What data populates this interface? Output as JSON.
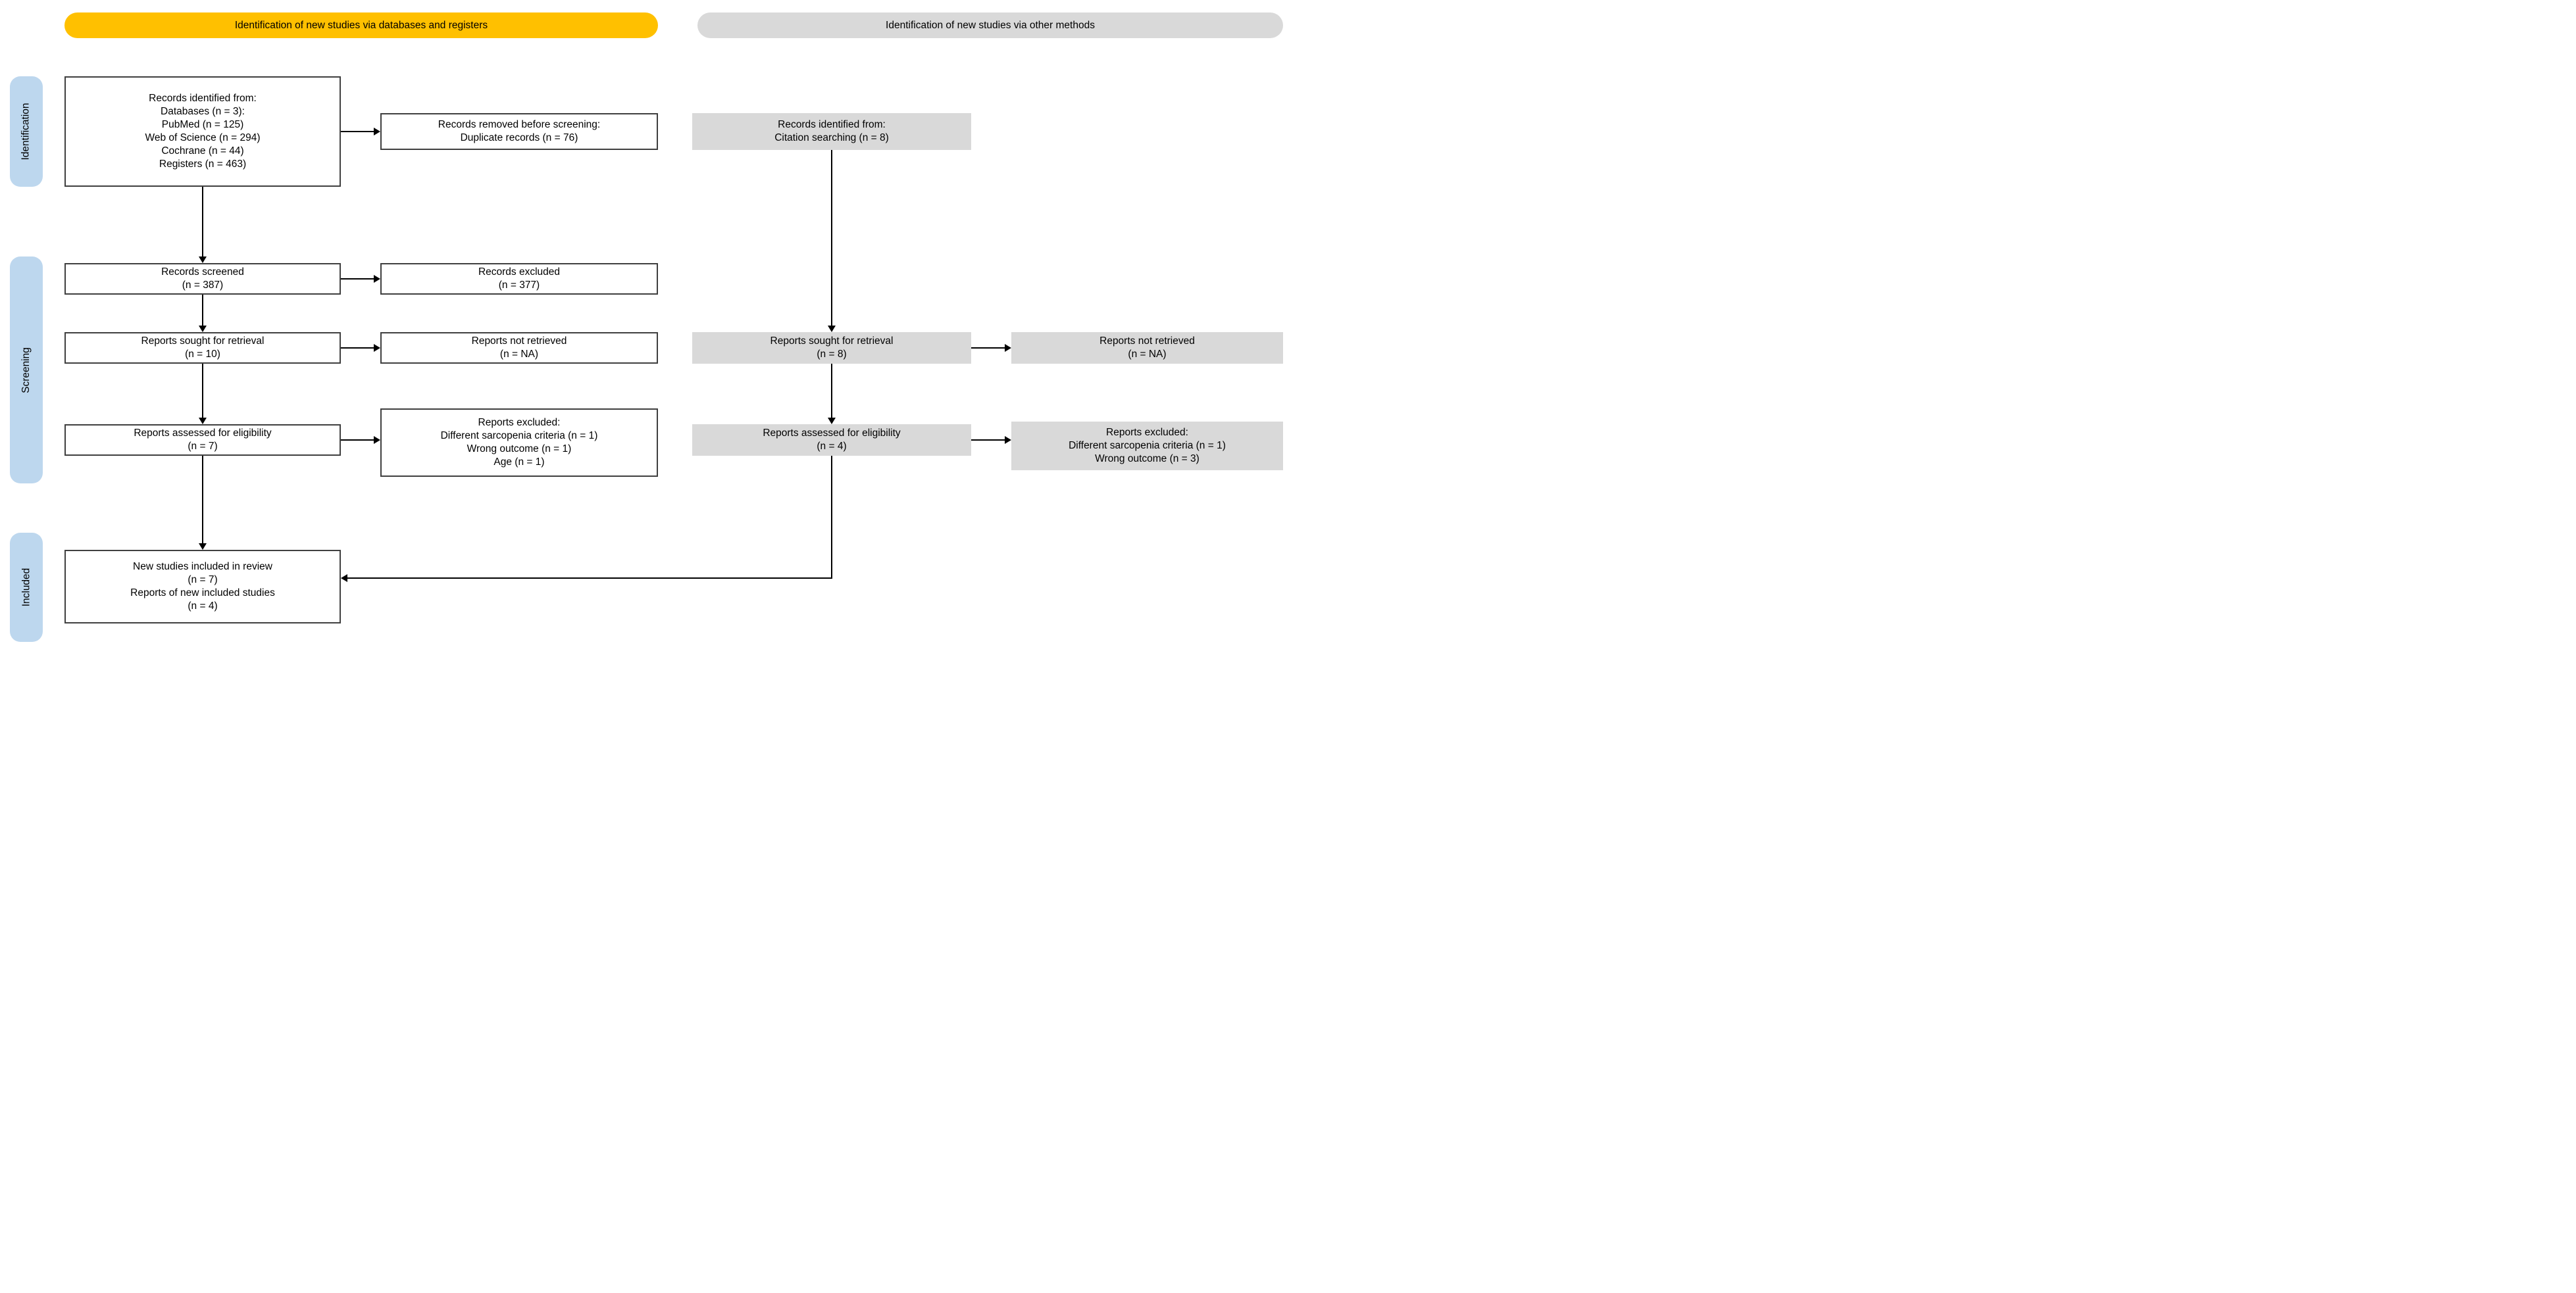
{
  "banners": {
    "databases_label": "Identification of new studies via databases and registers",
    "other_methods_label": "Identification of new studies via other methods"
  },
  "stages": {
    "identification_label": "Identification",
    "screening_label": "Screening",
    "included_label": "Included"
  },
  "colors": {
    "banner_databases": "#FFC000",
    "banner_other": "#D9D9D9",
    "stage_label_bg": "#BDD7EE",
    "gray_box_bg": "#D9D9D9",
    "white_box_border": "#3F3F3F",
    "arrow": "#000000"
  },
  "boxes": {
    "records_identified": "Records identified from:\nDatabases (n = 3):\nPubMed (n = 125)\nWeb of Science (n = 294)\nCochrane (n = 44)\nRegisters (n = 463)",
    "records_removed": "Records removed before screening:\nDuplicate records (n = 76)",
    "records_screened": "Records screened\n(n = 387)",
    "records_excluded": "Records excluded\n(n = 377)",
    "reports_sought_databases": "Reports sought for retrieval\n(n = 10)",
    "reports_not_retrieved_databases": "Reports not retrieved\n(n = NA)",
    "reports_assessed_databases": "Reports assessed for eligibility\n(n = 7)",
    "reports_excluded_databases": "Reports excluded:\nDifferent sarcopenia criteria (n = 1)\nWrong outcome (n = 1)\nAge (n = 1)",
    "records_identified_other": "Records identified from:\nCitation searching (n = 8)",
    "reports_sought_other": "Reports sought for retrieval\n(n = 8)",
    "reports_not_retrieved_other": "Reports not retrieved\n(n = NA)",
    "reports_assessed_other": "Reports assessed for eligibility\n(n = 4)",
    "reports_excluded_other": "Reports excluded:\nDifferent sarcopenia criteria (n = 1)\nWrong outcome (n = 3)",
    "new_studies_included": "New studies included in review\n(n = 7)\nReports of new included studies\n(n = 4)"
  }
}
